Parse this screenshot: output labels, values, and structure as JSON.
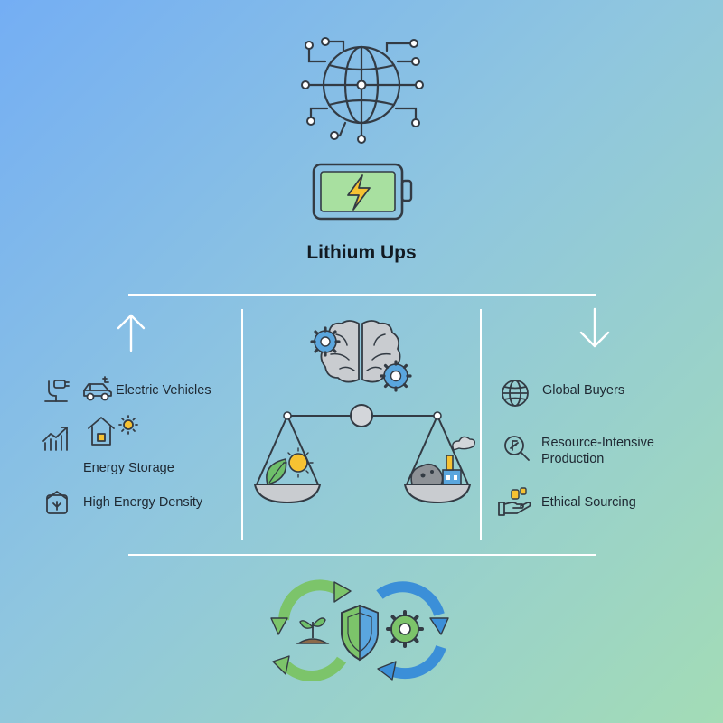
{
  "title": "Lithium Ups",
  "left": {
    "items": [
      {
        "label": "Electric Vehicles",
        "icon": "electric-car-icon"
      },
      {
        "label": "Energy Storage",
        "icon": "solar-home-icon"
      },
      {
        "label": "High Energy Density",
        "icon": "battery-box-icon"
      }
    ],
    "arrow": "up-arrow-icon"
  },
  "right": {
    "items": [
      {
        "label": "Global Buyers",
        "icon": "globe-icon"
      },
      {
        "label": "Resource-Intensive Production",
        "icon": "magnifier-icon"
      },
      {
        "label": "Ethical Sourcing",
        "icon": "hand-coins-icon"
      }
    ],
    "arrow": "down-arrow-icon"
  },
  "colors": {
    "line": "#ffffff",
    "icon_stroke": "#333b44",
    "battery_fill": "#a8e0a0",
    "bolt": "#f6c232",
    "gear_blue": "#5aa6de",
    "leaf_green": "#6fbf6a",
    "cycle_green": "#7cc46a",
    "cycle_blue": "#3b8fd8"
  }
}
